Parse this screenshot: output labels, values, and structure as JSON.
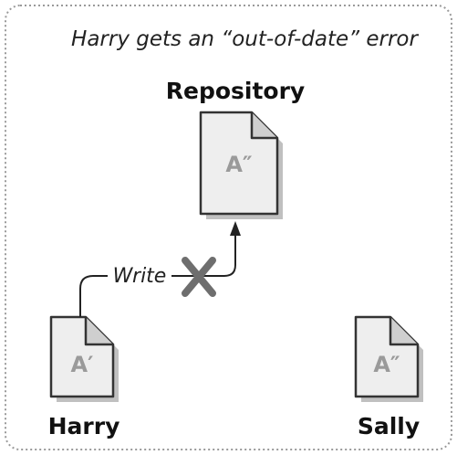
{
  "caption": "Harry gets an “out-of-date” error",
  "repository": {
    "label": "Repository",
    "file": "A″"
  },
  "harry": {
    "label": "Harry",
    "file": "A′"
  },
  "sally": {
    "label": "Sally",
    "file": "A″"
  },
  "edge": {
    "label": "Write"
  },
  "colors": {
    "frame": "#9a9a9a",
    "document_fill": "#eeeeee",
    "document_stroke": "#333333",
    "document_shadow": "#8c8c8c",
    "label_gray": "#9a9a9a",
    "cross": "#6e6e6e"
  },
  "icons": {
    "error_mark": "x-cross-icon",
    "documents": "document-icon"
  }
}
